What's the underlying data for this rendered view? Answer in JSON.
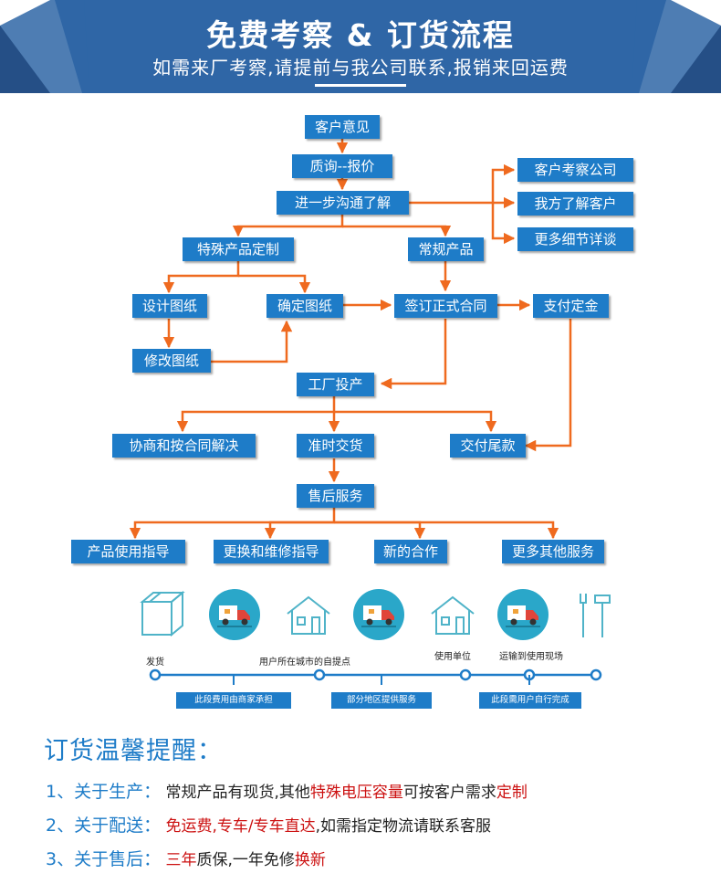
{
  "colors": {
    "primary": "#1e7cc8",
    "banner": "#2f66a6",
    "arrow": "#ef6a1f",
    "highlight": "#cc1111"
  },
  "header": {
    "title": "免费考察 & 订货流程",
    "subtitle": "如需来厂考察,请提前与我公司联系,报销来回运费"
  },
  "flow": {
    "n1": "客户意见",
    "n2": "质询--报价",
    "n3": "进一步沟通了解",
    "r1": "客户考察公司",
    "r2": "我方了解客户",
    "r3": "更多细节详谈",
    "special": "特殊产品定制",
    "regular": "常规产品",
    "design": "设计图纸",
    "confirm": "确定图纸",
    "modify": "修改图纸",
    "contract": "签订正式合同",
    "deposit": "支付定金",
    "factory": "工厂投产",
    "negotiate": "协商和按合同解决",
    "ontime": "准时交货",
    "balance": "交付尾款",
    "aftersale": "售后服务",
    "s1": "产品使用指导",
    "s2": "更换和维修指导",
    "s3": "新的合作",
    "s4": "更多其他服务"
  },
  "logistics": {
    "icons": [
      "box-icon",
      "truck-icon",
      "house-icon",
      "truck-icon",
      "house-icon",
      "truck-icon",
      "tools-icon"
    ],
    "labels": {
      "ship": "发货",
      "city": "用户所在城市的自提点",
      "unit": "使用单位",
      "site": "运输到使用现场"
    },
    "segments": {
      "a": "此段费用由商家承担",
      "b": "部分地区提供服务",
      "c": "此段需用户自行完成"
    }
  },
  "tips": {
    "title": "订货温馨提醒：",
    "t1": {
      "num": "1、",
      "head": "关于生产：",
      "p1": "常规产品有现货,其他",
      "red1": "特殊电压容量",
      "p2": "可按客户需求",
      "red2": "定制"
    },
    "t2": {
      "num": "2、",
      "head": "关于配送：",
      "red1": "免运费,专车/专车直达",
      "p1": ",如需指定物流请联系客服"
    },
    "t3": {
      "num": "3、",
      "head": "关于售后：",
      "red1": "三年",
      "p1": "质保,一年免修",
      "red2": "换新"
    }
  }
}
